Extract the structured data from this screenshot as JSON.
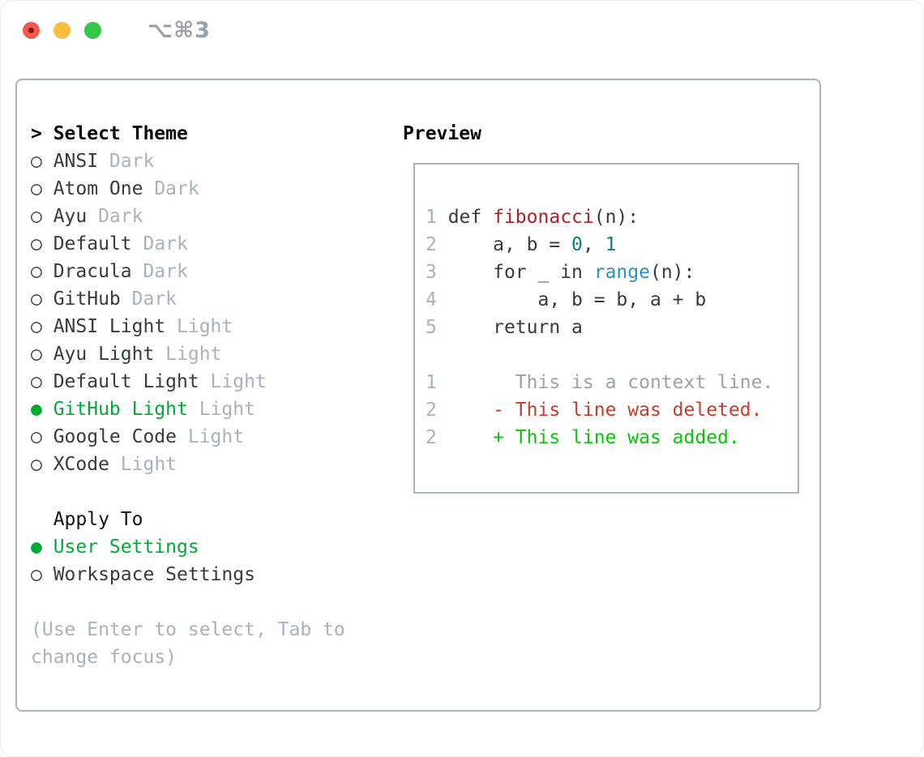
{
  "window": {
    "title": "⌥⌘3"
  },
  "theme_selector": {
    "prompt": ">",
    "title": "Select Theme",
    "items": [
      {
        "marker": "○",
        "name": "ANSI",
        "tag": "Dark",
        "selected": false
      },
      {
        "marker": "○",
        "name": "Atom One",
        "tag": "Dark",
        "selected": false
      },
      {
        "marker": "○",
        "name": "Ayu",
        "tag": "Dark",
        "selected": false
      },
      {
        "marker": "○",
        "name": "Default",
        "tag": "Dark",
        "selected": false
      },
      {
        "marker": "○",
        "name": "Dracula",
        "tag": "Dark",
        "selected": false
      },
      {
        "marker": "○",
        "name": "GitHub",
        "tag": "Dark",
        "selected": false
      },
      {
        "marker": "○",
        "name": "ANSI Light",
        "tag": "Light",
        "selected": false
      },
      {
        "marker": "○",
        "name": "Ayu Light",
        "tag": "Light",
        "selected": false
      },
      {
        "marker": "○",
        "name": "Default Light",
        "tag": "Light",
        "selected": false
      },
      {
        "marker": "●",
        "name": "GitHub Light",
        "tag": "Light",
        "selected": true
      },
      {
        "marker": "○",
        "name": "Google Code",
        "tag": "Light",
        "selected": false
      },
      {
        "marker": "○",
        "name": "XCode",
        "tag": "Light",
        "selected": false
      }
    ],
    "apply_to": {
      "title": "Apply To",
      "options": [
        {
          "marker": "●",
          "label": "User Settings",
          "selected": true
        },
        {
          "marker": "○",
          "label": "Workspace Settings",
          "selected": false
        }
      ]
    },
    "hint": "(Use Enter to select, Tab to change focus)"
  },
  "preview": {
    "title": "Preview",
    "lines": [
      {
        "num": "1",
        "tokens": [
          {
            "t": " def ",
            "c": "code"
          },
          {
            "t": "fibonacci",
            "c": "func"
          },
          {
            "t": "(n):",
            "c": "code"
          }
        ]
      },
      {
        "num": "2",
        "tokens": [
          {
            "t": "     a, b = ",
            "c": "code"
          },
          {
            "t": "0",
            "c": "num"
          },
          {
            "t": ", ",
            "c": "code"
          },
          {
            "t": "1",
            "c": "num"
          }
        ]
      },
      {
        "num": "3",
        "tokens": [
          {
            "t": "     for _ in ",
            "c": "code"
          },
          {
            "t": "range",
            "c": "builtin"
          },
          {
            "t": "(n):",
            "c": "code"
          }
        ]
      },
      {
        "num": "4",
        "tokens": [
          {
            "t": "         a, b = b, a + b",
            "c": "code"
          }
        ]
      },
      {
        "num": "5",
        "tokens": [
          {
            "t": "     return a",
            "c": "code"
          }
        ]
      },
      {
        "num": "",
        "tokens": []
      },
      {
        "num": "1",
        "tokens": [
          {
            "t": "       This is a context line.",
            "c": "context"
          }
        ]
      },
      {
        "num": "2",
        "tokens": [
          {
            "t": "     - This line was deleted.",
            "c": "deleted"
          }
        ]
      },
      {
        "num": "2",
        "tokens": [
          {
            "t": "     + This line was added.",
            "c": "added"
          }
        ]
      }
    ]
  },
  "colors": {
    "selected_green": "#00ab35",
    "added_green": "#0bc30b",
    "deleted_red": "#c43c2b",
    "function_red": "#ae2127",
    "builtin_blue": "#2592c4",
    "number_teal": "#0e7e84",
    "muted_gray": "#a8b2bf",
    "text_dark": "#343b42",
    "traffic_red": "#f4574f",
    "traffic_yellow": "#f8bd3c",
    "traffic_green": "#33c748"
  }
}
